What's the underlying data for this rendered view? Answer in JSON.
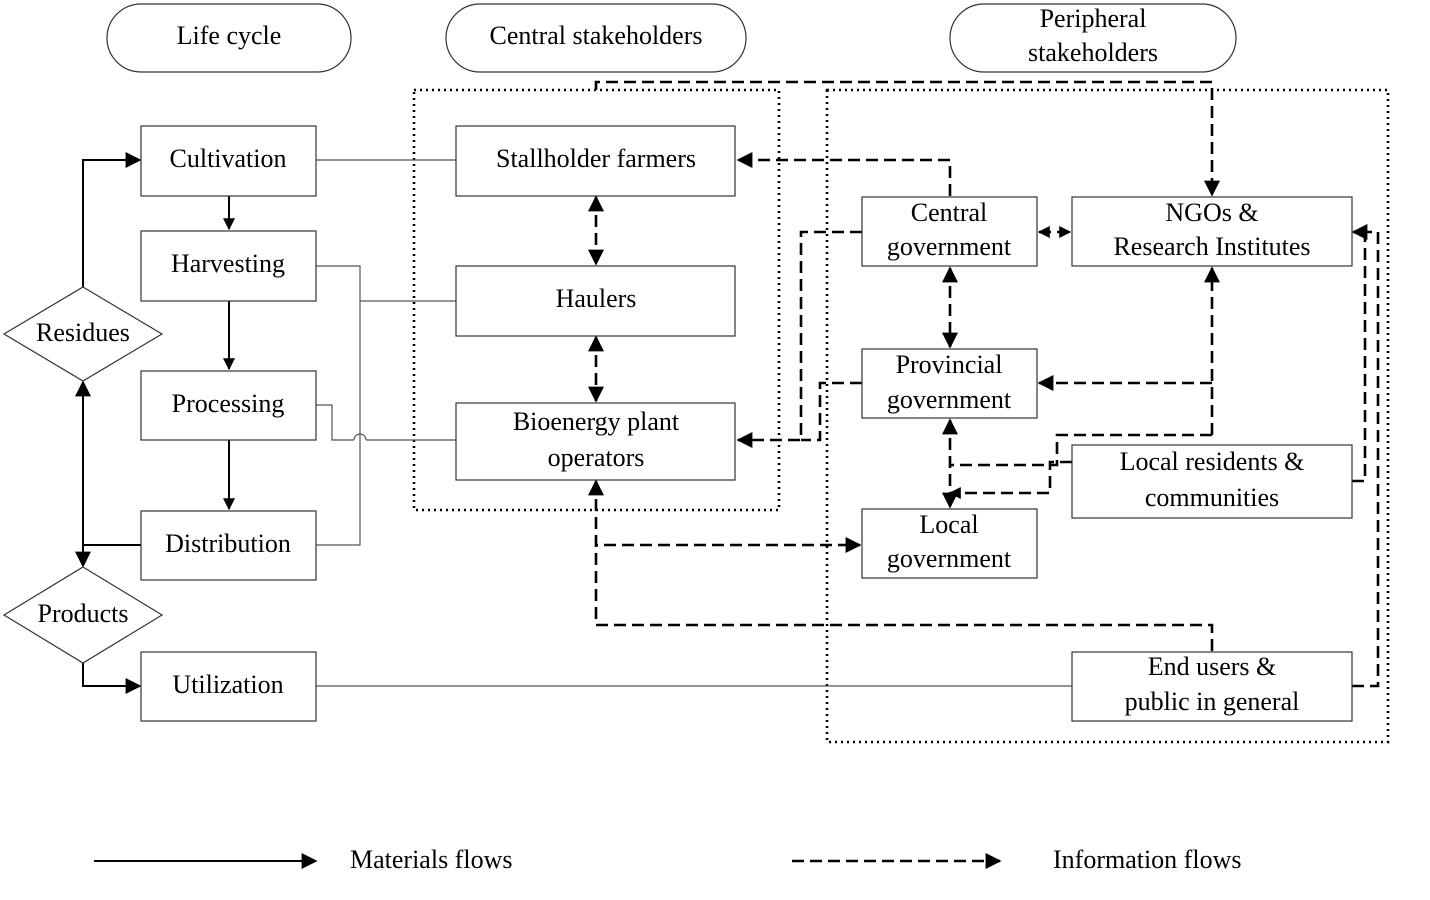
{
  "columns": {
    "life_cycle": "Life cycle",
    "central": "Central stakeholders",
    "peripheral_line1": "Peripheral",
    "peripheral_line2": "stakeholders"
  },
  "life_cycle": {
    "cultivation": "Cultivation",
    "harvesting": "Harvesting",
    "processing": "Processing",
    "distribution": "Distribution",
    "utilization": "Utilization",
    "residues": "Residues",
    "products": "Products"
  },
  "central": {
    "stallholder": "Stallholder farmers",
    "haulers": "Haulers",
    "plant_line1": "Bioenergy plant",
    "plant_line2": "operators"
  },
  "peripheral": {
    "central_gov_line1": "Central",
    "central_gov_line2": "government",
    "ngo_line1": "NGOs &",
    "ngo_line2": "Research Institutes",
    "provincial_line1": "Provincial",
    "provincial_line2": "government",
    "local_res_line1": "Local residents &",
    "local_res_line2": "communities",
    "local_gov_line1": "Local",
    "local_gov_line2": "government",
    "end_users_line1": "End users &",
    "end_users_line2": "public in general"
  },
  "legend": {
    "materials": "Materials flows",
    "information": "Information flows"
  }
}
